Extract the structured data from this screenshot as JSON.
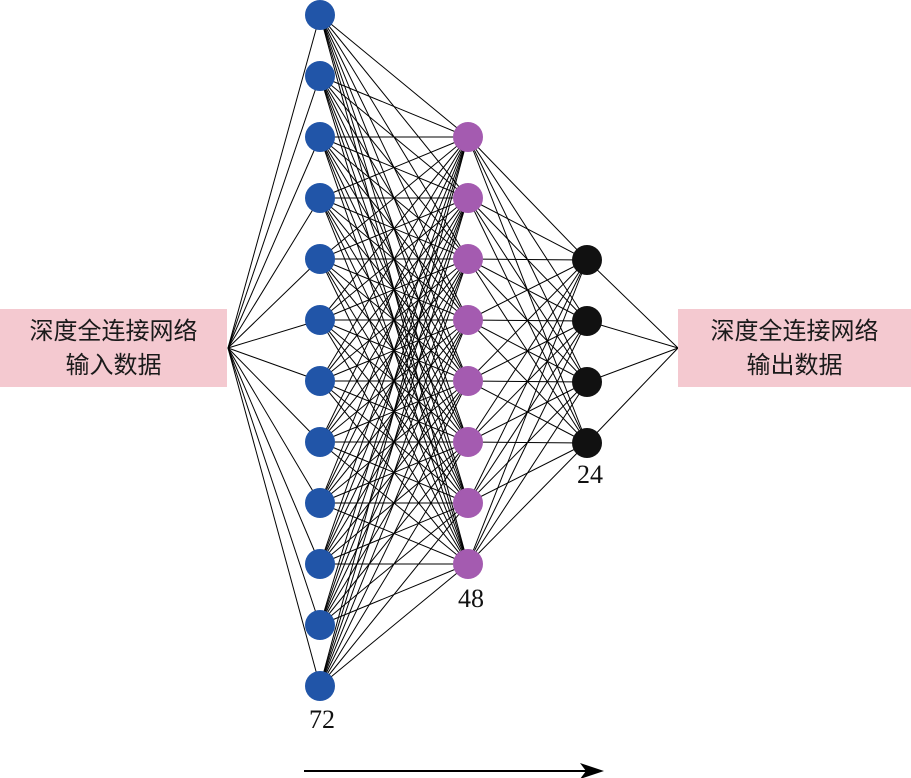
{
  "input_box": {
    "line1": "深度全连接网络",
    "line2": "输入数据"
  },
  "output_box": {
    "line1": "深度全连接网络",
    "line2": "输出数据"
  },
  "layers": [
    {
      "nodes": 12,
      "label": "72",
      "color": "#2155a8"
    },
    {
      "nodes": 8,
      "label": "48",
      "color": "#a45bb0"
    },
    {
      "nodes": 4,
      "label": "24",
      "color": "#111111"
    }
  ],
  "colors": {
    "edge": "#000000",
    "input_box_bg": "#f4c9d0"
  },
  "direction_arrow": "right-arrow"
}
